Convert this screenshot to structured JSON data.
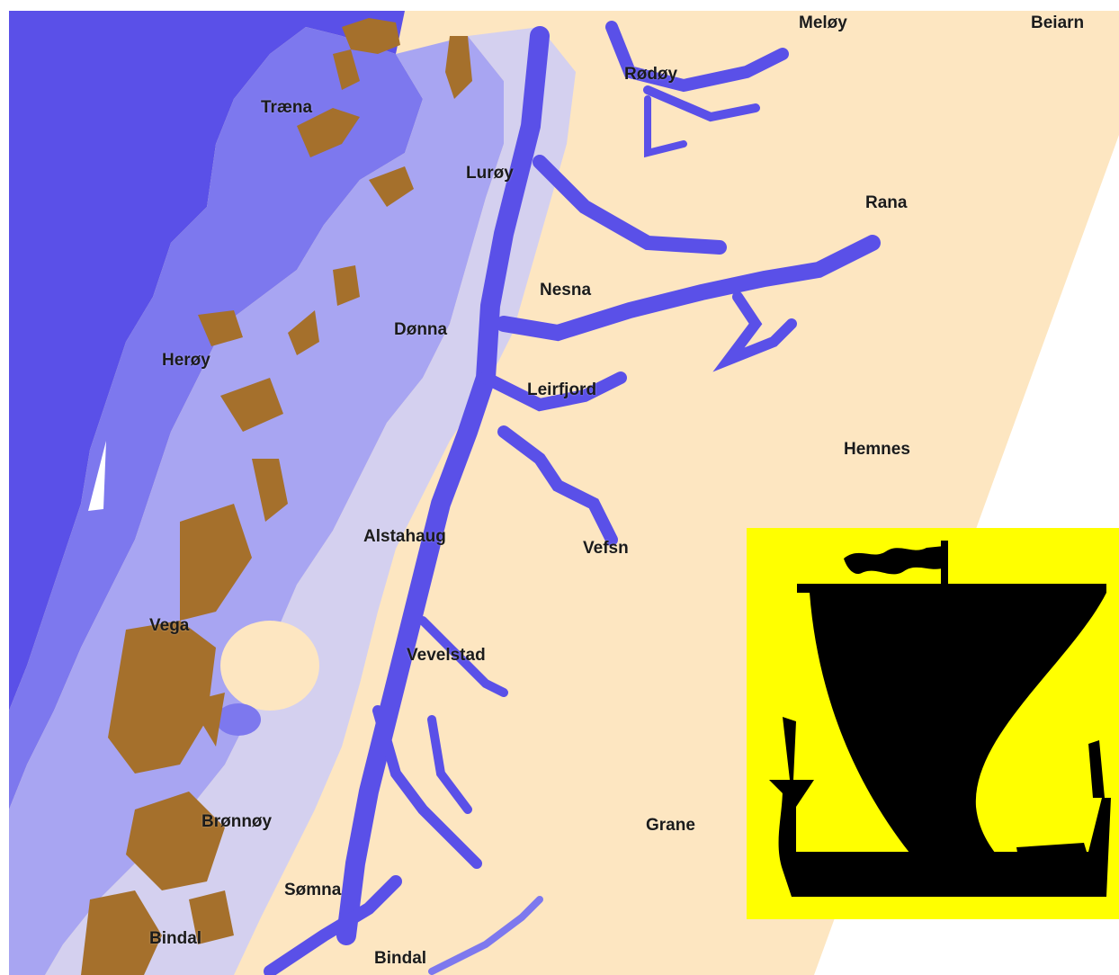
{
  "map": {
    "colors": {
      "deep_sea": "#5a50e8",
      "mid_sea": "#7d78ee",
      "shelf": "#a8a5f2",
      "shallow": "#cdcbf7",
      "land": "#fde6c1",
      "islands": "#a5702c",
      "outside": "#ffffff"
    },
    "places": {
      "meloy": "Meløy",
      "beiarn": "Beiarn",
      "rodoy": "Rødøy",
      "traena": "Træna",
      "luroy": "Lurøy",
      "rana": "Rana",
      "nesna": "Nesna",
      "donna": "Dønna",
      "heroy": "Herøy",
      "leirfjord": "Leirfjord",
      "hemnes": "Hemnes",
      "alstahaug": "Alstahaug",
      "vefsn": "Vefsn",
      "vega": "Vega",
      "vevelstad": "Vevelstad",
      "bronnoy": "Brønnøy",
      "grane": "Grane",
      "somna": "Sømna",
      "bindal_coast": "Bindal",
      "bindal_inland": "Bindal"
    }
  },
  "emblem": {
    "icon": "viking-ship-icon",
    "background": "#ffff00",
    "figure": "#000000"
  }
}
